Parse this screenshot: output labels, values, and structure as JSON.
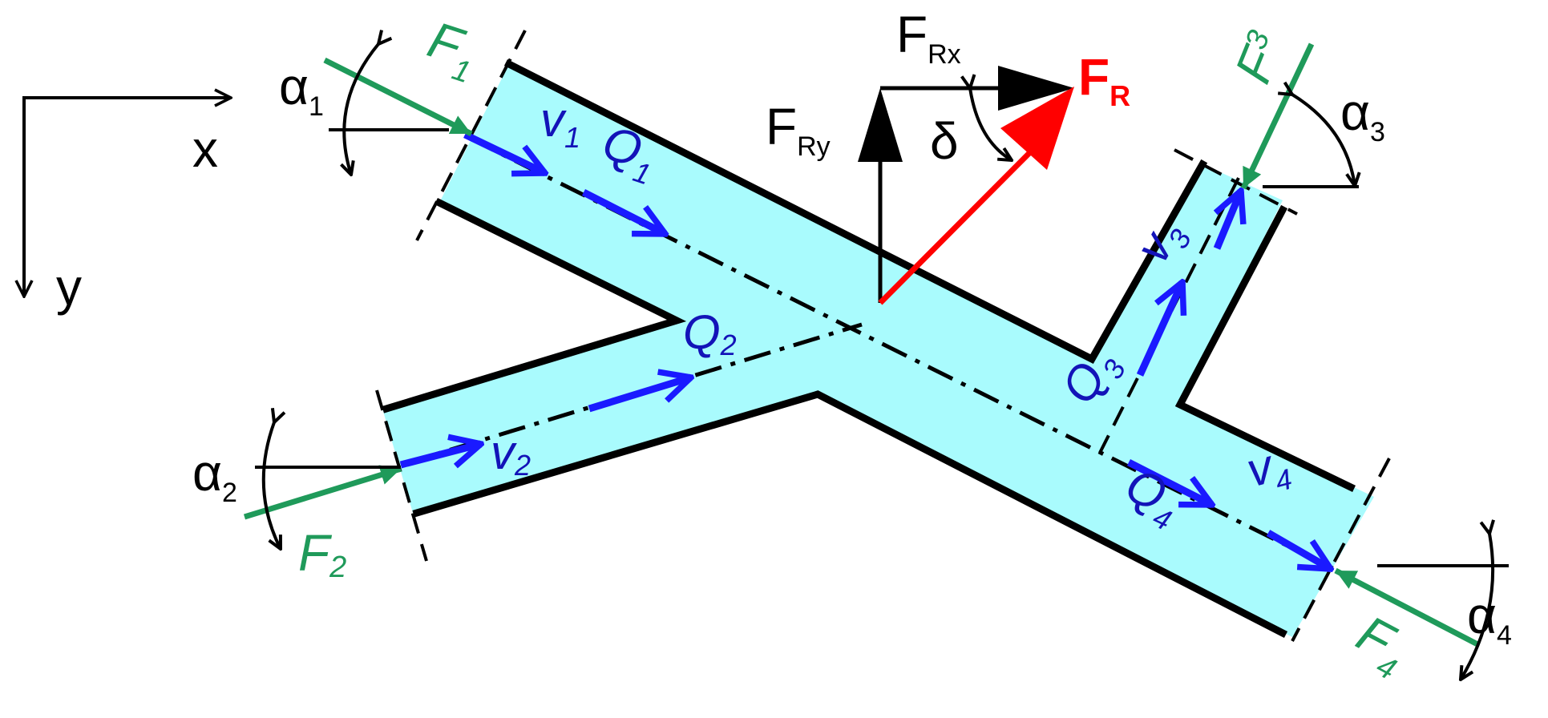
{
  "colors": {
    "fluid": "#a9fbfd",
    "wall": "#000000",
    "velocity": "#1313b8",
    "velocity_arrow": "#1a1aff",
    "force": "#1f9a5a",
    "resultant": "#ff0000",
    "axis": "#000000"
  },
  "axes": {
    "x": "x",
    "y": "y"
  },
  "labels": {
    "alpha": "α",
    "delta": "δ",
    "F": "F",
    "v": "v",
    "Q": "Q",
    "sub1": "1",
    "sub2": "2",
    "sub3": "3",
    "sub4": "4",
    "subR": "R",
    "subRx": "Rx",
    "subRy": "Ry"
  },
  "icons": {
    "velocity": "arrow-icon",
    "force": "triangle-arrow-icon",
    "angle": "arc-icon"
  }
}
